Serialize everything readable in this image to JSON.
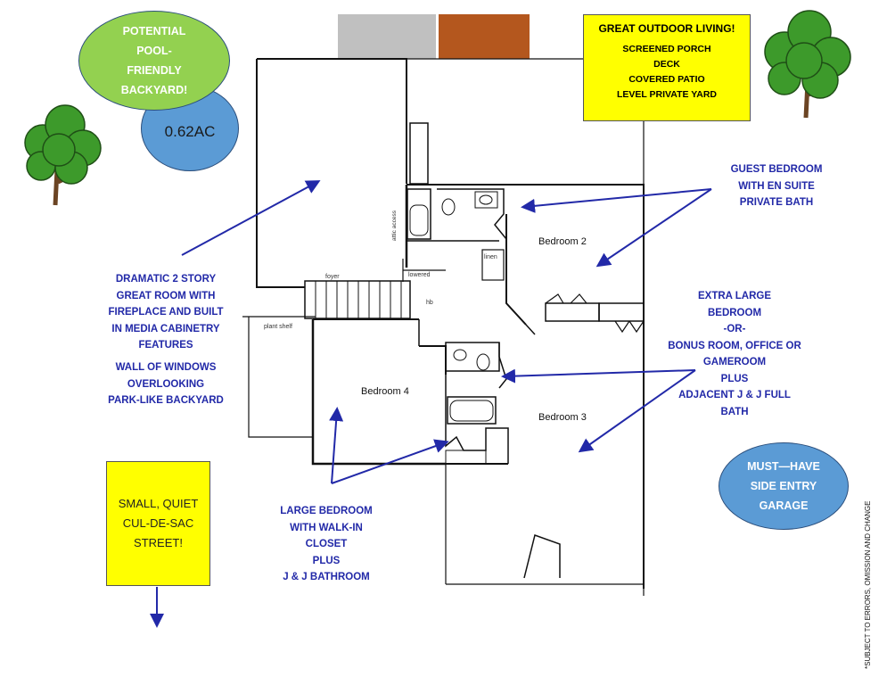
{
  "ovals": {
    "pool": {
      "text": "POTENTIAL POOL-FRIENDLY BACKYARD!",
      "color": "#93d150"
    },
    "acreage": {
      "text": "0.62AC",
      "color": "#5b9bd5"
    },
    "garage": {
      "text": "MUST—HAVE SIDE ENTRY GARAGE",
      "color": "#5b9bd5"
    }
  },
  "outdoor_box": {
    "title": "GREAT OUTDOOR LIVING!",
    "items": [
      "SCREENED PORCH",
      "DECK",
      "COVERED PATIO",
      "LEVEL PRIVATE YARD"
    ]
  },
  "street_box": {
    "text": "SMALL, QUIET CUL-DE-SAC STREET!"
  },
  "notes": {
    "guest": [
      "GUEST BEDROOM",
      "WITH EN SUITE",
      "PRIVATE BATH"
    ],
    "great_room": [
      "DRAMATIC 2 STORY",
      "GREAT ROOM WITH",
      "FIREPLACE AND BUILT",
      "IN MEDIA CABINETRY",
      "FEATURES"
    ],
    "windows": [
      "WALL OF WINDOWS",
      "OVERLOOKING",
      "PARK-LIKE BACKYARD"
    ],
    "bonus": [
      "EXTRA LARGE",
      "BEDROOM",
      "-OR-",
      "BONUS ROOM, OFFICE OR",
      "GAMEROOM",
      "PLUS",
      "ADJACENT J & J FULL BATH"
    ],
    "large_bedroom": [
      "LARGE BEDROOM",
      "WITH WALK-IN",
      "CLOSET",
      "PLUS",
      "J & J BATHROOM"
    ]
  },
  "rooms": {
    "bedroom2": "Bedroom 2",
    "bedroom3": "Bedroom 3",
    "bedroom4": "Bedroom 4"
  },
  "plan_labels": {
    "foyer": "foyer",
    "linen": "linen",
    "lowered": "lowered",
    "attic": "attic access",
    "plant_shelf": "plant shelf",
    "hb": "hb"
  },
  "disclaimer": "*SUBJECT TO ERRORS, OMISSION AND CHANGE",
  "colors": {
    "note_blue": "#2229a8",
    "yellow": "#ffff00",
    "gray_block": "#c0c0c0",
    "brown_block": "#b4571e",
    "tree_green": "#3d9a2b",
    "trunk": "#6b4423"
  }
}
